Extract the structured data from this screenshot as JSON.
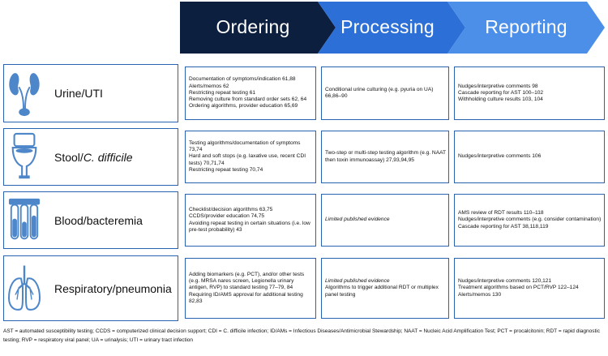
{
  "header": {
    "steps": [
      {
        "label": "Ordering",
        "color": "#0d1f3f"
      },
      {
        "label": "Processing",
        "color": "#2c6fd6"
      },
      {
        "label": "Reporting",
        "color": "#4b8fe8"
      }
    ]
  },
  "rows": [
    {
      "category": "Urine/UTI",
      "icon": "kidney-icon",
      "ordering": [
        "Documentation of symptoms/indication 61,88",
        "Alerts/memos 62",
        "Restricting repeat testing 61",
        "Removing culture from standard order sets 62, 64",
        "Ordering algorithms, provider education 65,69"
      ],
      "processing": [
        "Conditional urine culturing (e.g. pyuria on UA) 66,86–90"
      ],
      "reporting": [
        "Nudges/interpretive comments 98",
        "Cascade reporting for AST 100–102",
        "Withholding culture results 103, 104"
      ]
    },
    {
      "category": "Stool/C. difficile",
      "category_plain": "Stool/",
      "category_italic": "C. difficile",
      "icon": "toilet-icon",
      "ordering": [
        "Testing algorithms/documentation of symptoms 73,74",
        "Hard and soft stops (e.g. laxative use, recent CDI tests) 70,71,74",
        "Restricting repeat testing 70,74"
      ],
      "processing": [
        "Two-step or multi-step testing algorithm (e.g. NAAT then toxin immunoassay) 27,93,94,95"
      ],
      "reporting": [
        "Nudges/interpretive comments 106"
      ]
    },
    {
      "category": "Blood/bacteremia",
      "icon": "blood-tubes-icon",
      "ordering": [
        "Checklist/decision algorithms 63,75",
        "CCDS/provider education 74,75",
        "Avoiding repeat testing in certain situations (i.e. low pre-test probability) 43"
      ],
      "processing_note": "Limited published evidence",
      "reporting": [
        "AMS review of RDT results 110–118",
        "Nudges/interpretive comments (e.g. consider contamination)",
        "Cascade reporting for AST 38,118,119"
      ]
    },
    {
      "category": "Respiratory/pneumonia",
      "icon": "lungs-icon",
      "ordering": [
        "Adding biomarkers (e.g. PCT), and/or other tests (e.g. MRSA nares screen, Legionella urinary antigen, RVP) to standard testing 77–79, 84",
        "Requiring ID/AMS approval for additional testing 82,83"
      ],
      "processing_note": "Limited published evidence",
      "processing": [
        "Algorithms to trigger additional RDT or multiplex panel testing"
      ],
      "reporting": [
        "Nudges/interpretive comments 120,121",
        "Treatment algorithms based on PCT/RVP 122–124",
        "Alerts/memos 130"
      ]
    }
  ],
  "footnote": "AST = automated susceptibility testing; CCDS = computerized clinical decision support; CDI = C. difficile infection; ID/AMs = Infectious Diseases/Antimicrobial Stewardship; NAAT = Nucleic Acid Amplification Test; PCT = procalcitonin; RDT = rapid diagnostic testing; RVP = respiratory viral panel; UA = urinalysis; UTI = urinary tract infection"
}
